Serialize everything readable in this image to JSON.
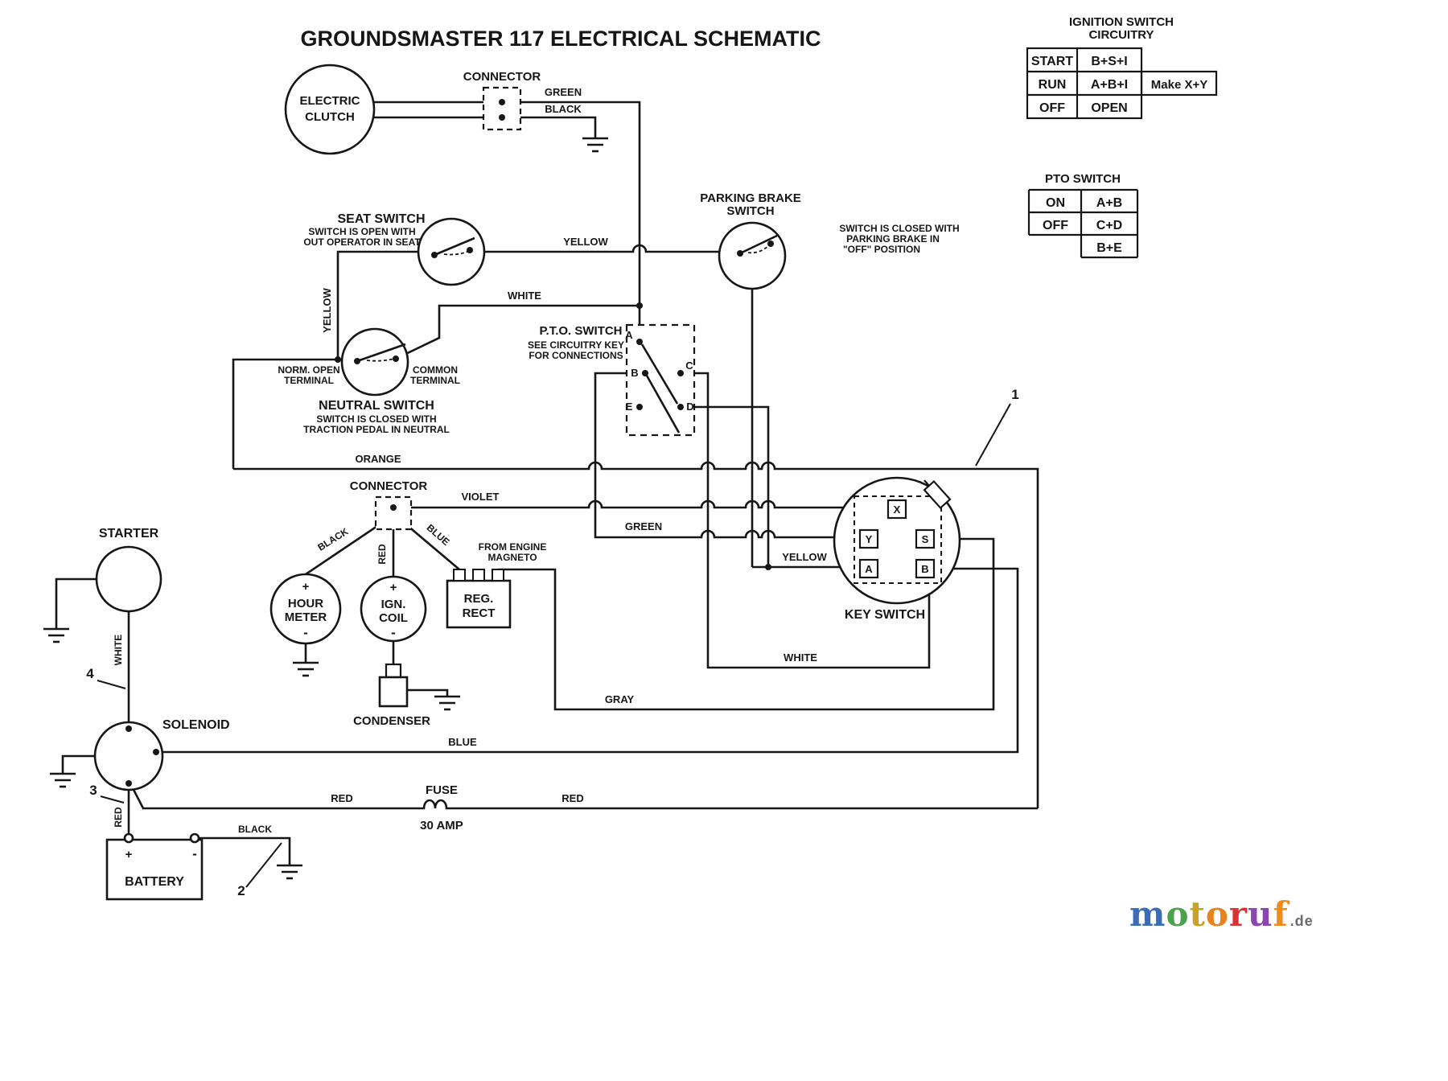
{
  "title": "GROUNDSMASTER 117 ELECTRICAL SCHEMATIC",
  "ignition_table": {
    "title_line1": "IGNITION SWITCH",
    "title_line2": "CIRCUITRY",
    "rows": [
      {
        "mode": "START",
        "circuit": "B+S+I",
        "extra": ""
      },
      {
        "mode": "RUN",
        "circuit": "A+B+I",
        "extra": "Make  X+Y"
      },
      {
        "mode": "OFF",
        "circuit": "OPEN",
        "extra": ""
      }
    ]
  },
  "pto_table": {
    "title": "PTO SWITCH",
    "rows": [
      {
        "mode": "ON",
        "circuit": "A+B"
      },
      {
        "mode": "OFF",
        "circuit": "C+D"
      },
      {
        "mode": "",
        "circuit": "B+E"
      }
    ]
  },
  "electric_clutch": {
    "line1": "ELECTRIC",
    "line2": "CLUTCH"
  },
  "connector_top": {
    "label": "CONNECTOR"
  },
  "connector_mid": {
    "label": "CONNECTOR"
  },
  "seat_switch": {
    "title": "SEAT SWITCH",
    "note1": "SWITCH IS OPEN WITH",
    "note2": "OUT OPERATOR IN SEAT"
  },
  "parking_brake": {
    "title1": "PARKING BRAKE",
    "title2": "SWITCH",
    "note1": "SWITCH IS CLOSED WITH",
    "note2": "PARKING BRAKE IN",
    "note3": "\"OFF\" POSITION"
  },
  "neutral_switch": {
    "title": "NEUTRAL SWITCH",
    "note1": "SWITCH IS CLOSED WITH",
    "note2": "TRACTION PEDAL IN NEUTRAL",
    "left1": "NORM. OPEN",
    "left2": "TERMINAL",
    "right1": "COMMON",
    "right2": "TERMINAL"
  },
  "pto_switch": {
    "title": "P.T.O. SWITCH",
    "note1": "SEE CIRCUITRY KEY",
    "note2": "FOR CONNECTIONS",
    "terminals": {
      "a": "A",
      "b": "B",
      "c": "C",
      "d": "D",
      "e": "E"
    }
  },
  "key_switch": {
    "label": "KEY SWITCH",
    "terminals": {
      "x": "X",
      "y": "Y",
      "s": "S",
      "a": "A",
      "b": "B"
    }
  },
  "starter": {
    "label": "STARTER"
  },
  "solenoid": {
    "label": "SOLENOID"
  },
  "battery": {
    "label": "BATTERY",
    "plus": "+",
    "minus": "-"
  },
  "fuse": {
    "label": "FUSE",
    "rating": "30 AMP"
  },
  "hour_meter": {
    "plus": "+",
    "line1": "HOUR",
    "line2": "METER",
    "minus": "-"
  },
  "ign_coil": {
    "plus": "+",
    "line1": "IGN.",
    "line2": "COIL",
    "minus": "-"
  },
  "reg_rect": {
    "line1": "REG.",
    "line2": "RECT",
    "note1": "FROM ENGINE",
    "note2": "MAGNETO"
  },
  "condenser": {
    "label": "CONDENSER"
  },
  "wire_labels": {
    "green_top": "GREEN",
    "black_top": "BLACK",
    "yellow_seat": "YELLOW",
    "yellow_vert": "YELLOW",
    "white_top": "WHITE",
    "orange": "ORANGE",
    "violet": "VIOLET",
    "green_mid": "GREEN",
    "yellow_key": "YELLOW",
    "black_conn": "BLACK",
    "red_conn": "RED",
    "blue_conn": "BLUE",
    "white_starter": "WHITE",
    "white_bottom": "WHITE",
    "gray": "GRAY",
    "blue_bottom": "BLUE",
    "red_solenoid": "RED",
    "red_left": "RED",
    "red_right": "RED",
    "black_battery": "BLACK"
  },
  "callouts": {
    "n1": "1",
    "n2": "2",
    "n3": "3",
    "n4": "4"
  },
  "logo": {
    "letters": [
      {
        "ch": "m",
        "color": "#3a6db8"
      },
      {
        "ch": "o",
        "color": "#4aa34a"
      },
      {
        "ch": "t",
        "color": "#c9a227"
      },
      {
        "ch": "o",
        "color": "#e8821e"
      },
      {
        "ch": "r",
        "color": "#d83434"
      },
      {
        "ch": "u",
        "color": "#8c46b0"
      },
      {
        "ch": "f",
        "color": "#f08c1e"
      }
    ],
    "suffix": ".de"
  }
}
